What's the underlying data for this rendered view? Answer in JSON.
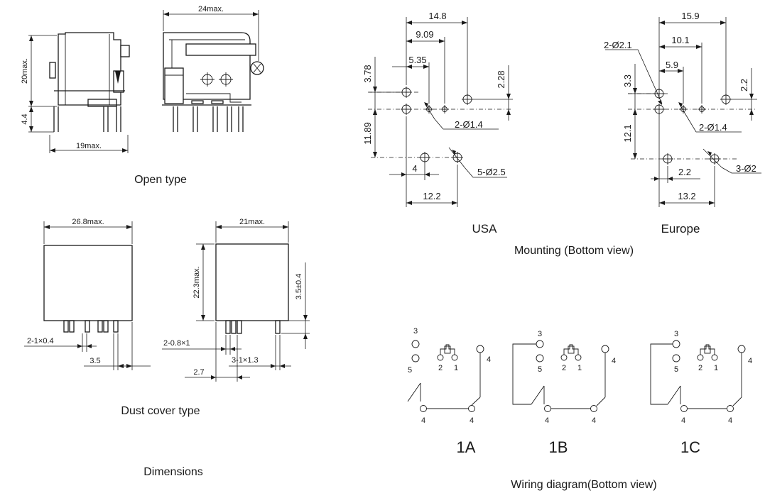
{
  "open_type": {
    "caption": "Open type",
    "dim_width_top": "24max.",
    "dim_width_bottom": "19max.",
    "dim_height": "20max.",
    "dim_pin": "4.4"
  },
  "dust_cover": {
    "caption": "Dust cover type",
    "dim_front_width": "26.8max.",
    "dim_side_width": "21max.",
    "dim_height": "22.3max.",
    "dim_pin_len": "3.5±0.4",
    "dim_pin1": "2-1×0.4",
    "dim_pin2": "2-0.8×1",
    "dim_pin3": "3-1×1.3",
    "dim_35": "3.5",
    "dim_27": "2.7"
  },
  "dimensions_caption": "Dimensions",
  "mounting": {
    "caption": "Mounting (Bottom view)",
    "usa": {
      "label": "USA",
      "d_148": "14.8",
      "d_909": "9.09",
      "d_535": "5.35",
      "d_378": "3.78",
      "d_228": "2.28",
      "d_1189": "11.89",
      "d_hole14": "2-Ø1.4",
      "d_4": "4",
      "d_hole25": "5-Ø2.5",
      "d_122": "12.2"
    },
    "europe": {
      "label": "Europe",
      "d_159": "15.9",
      "d_101": "10.1",
      "d_59": "5.9",
      "d_hole21": "2-Ø2.1",
      "d_33": "3.3",
      "d_22r": "2.2",
      "d_121": "12.1",
      "d_hole14": "2-Ø1.4",
      "d_22b": "2.2",
      "d_hole2": "3-Ø2",
      "d_132": "13.2"
    }
  },
  "wiring": {
    "caption": "Wiring diagram(Bottom view)",
    "pins": {
      "p3": "3",
      "p5": "5",
      "p2": "2",
      "p1": "1",
      "p4": "4"
    },
    "types": [
      "1A",
      "1B",
      "1C"
    ]
  }
}
